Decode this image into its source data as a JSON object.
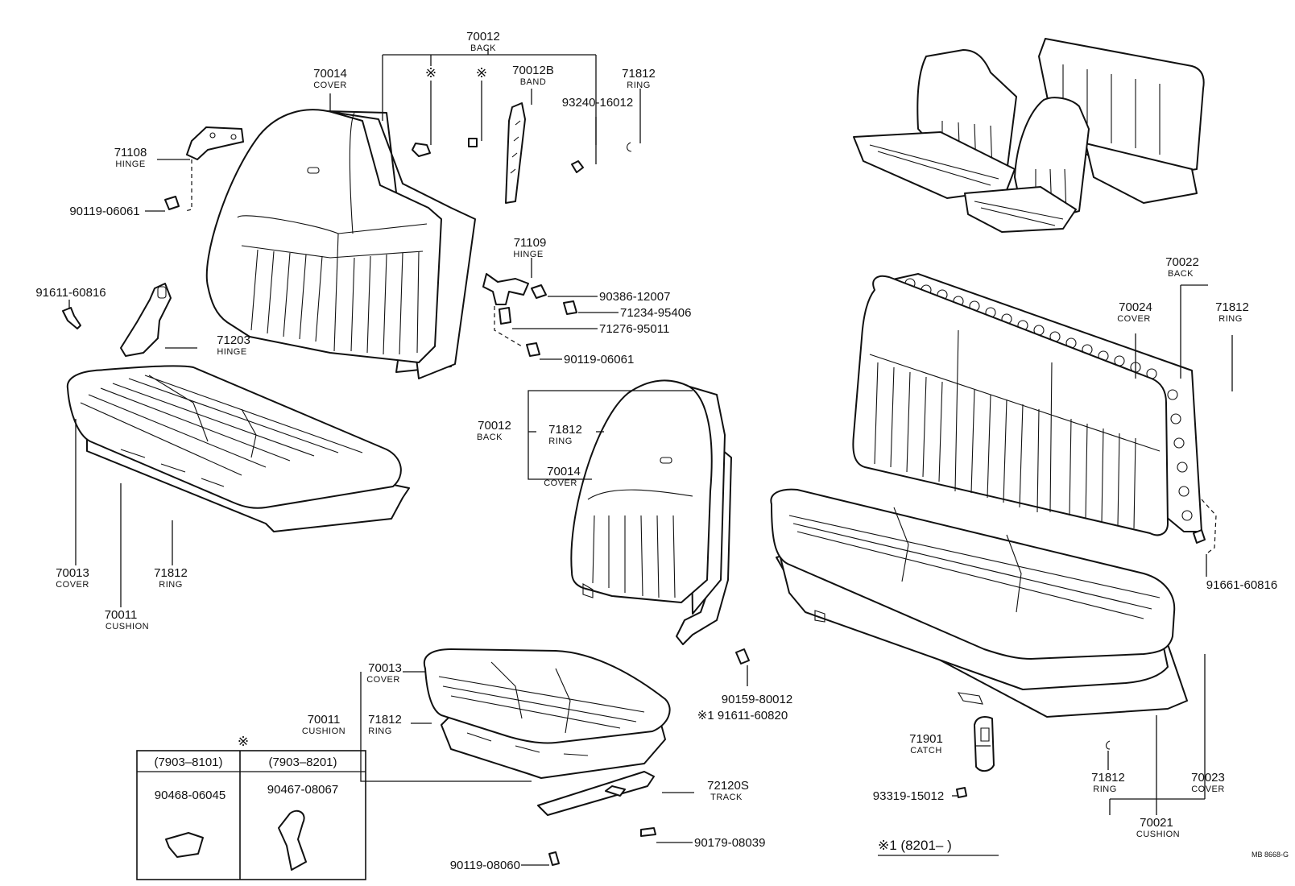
{
  "labels": {
    "back_top_num": "70012",
    "back_top_name": "BACK",
    "cover_tl_num": "70014",
    "cover_tl_name": "COVER",
    "mark_1": "※",
    "mark_2": "※",
    "band_num": "70012B",
    "band_name": "BAND",
    "ring_tr_num": "71812",
    "ring_tr_name": "RING",
    "bolt_93240": "93240-16012",
    "hinge_71108_num": "71108",
    "hinge_71108_name": "HINGE",
    "bolt_90119_a": "90119-06061",
    "bolt_91611_a": "91611-60816",
    "hinge_71203_num": "71203",
    "hinge_71203_name": "HINGE",
    "hinge_71109_num": "71109",
    "hinge_71109_name": "HINGE",
    "nut_90386": "90386-12007",
    "bolt_71234": "71234-95406",
    "cap_71276": "71276-95011",
    "bolt_90119_b": "90119-06061",
    "cover_l_num": "70013",
    "cover_l_name": "COVER",
    "ring_l_num": "71812",
    "ring_l_name": "RING",
    "cushion_l_num": "70011",
    "cushion_l_name": "CUSHION",
    "back_m_num": "70012",
    "back_m_name": "BACK",
    "ring_m_num": "71812",
    "ring_m_name": "RING",
    "cover_m_num": "70014",
    "cover_m_name": "COVER",
    "cover_mb_num": "70013",
    "cover_mb_name": "COVER",
    "cushion_mb_num": "70011",
    "cushion_mb_name": "CUSHION",
    "ring_mb_num": "71812",
    "ring_mb_name": "RING",
    "bolt_90159": "90159-80012",
    "bolt_91611_b": "※1 91611-60820",
    "track_num": "72120S",
    "track_name": "TRACK",
    "bolt_90179": "90179-08039",
    "bolt_90119_c": "90119-08060",
    "box_mark": "※",
    "box_col1": "(7903–8101)",
    "box_col2": "(7903–8201)",
    "box_part1": "90468-06045",
    "box_part2": "90467-08067",
    "back_r_num": "70022",
    "back_r_name": "BACK",
    "cover_r_num": "70024",
    "cover_r_name": "COVER",
    "ring_r_num": "71812",
    "ring_r_name": "RING",
    "bolt_91661": "91661-60816",
    "catch_num": "71901",
    "catch_name": "CATCH",
    "bolt_93319": "93319-15012",
    "ring_rb_num": "71812",
    "ring_rb_name": "RING",
    "cover_rb_num": "70023",
    "cover_rb_name": "COVER",
    "cushion_rb_num": "70021",
    "cushion_rb_name": "CUSHION",
    "footnote": "※1 (8201–        )",
    "code": "MB  8668-G"
  }
}
